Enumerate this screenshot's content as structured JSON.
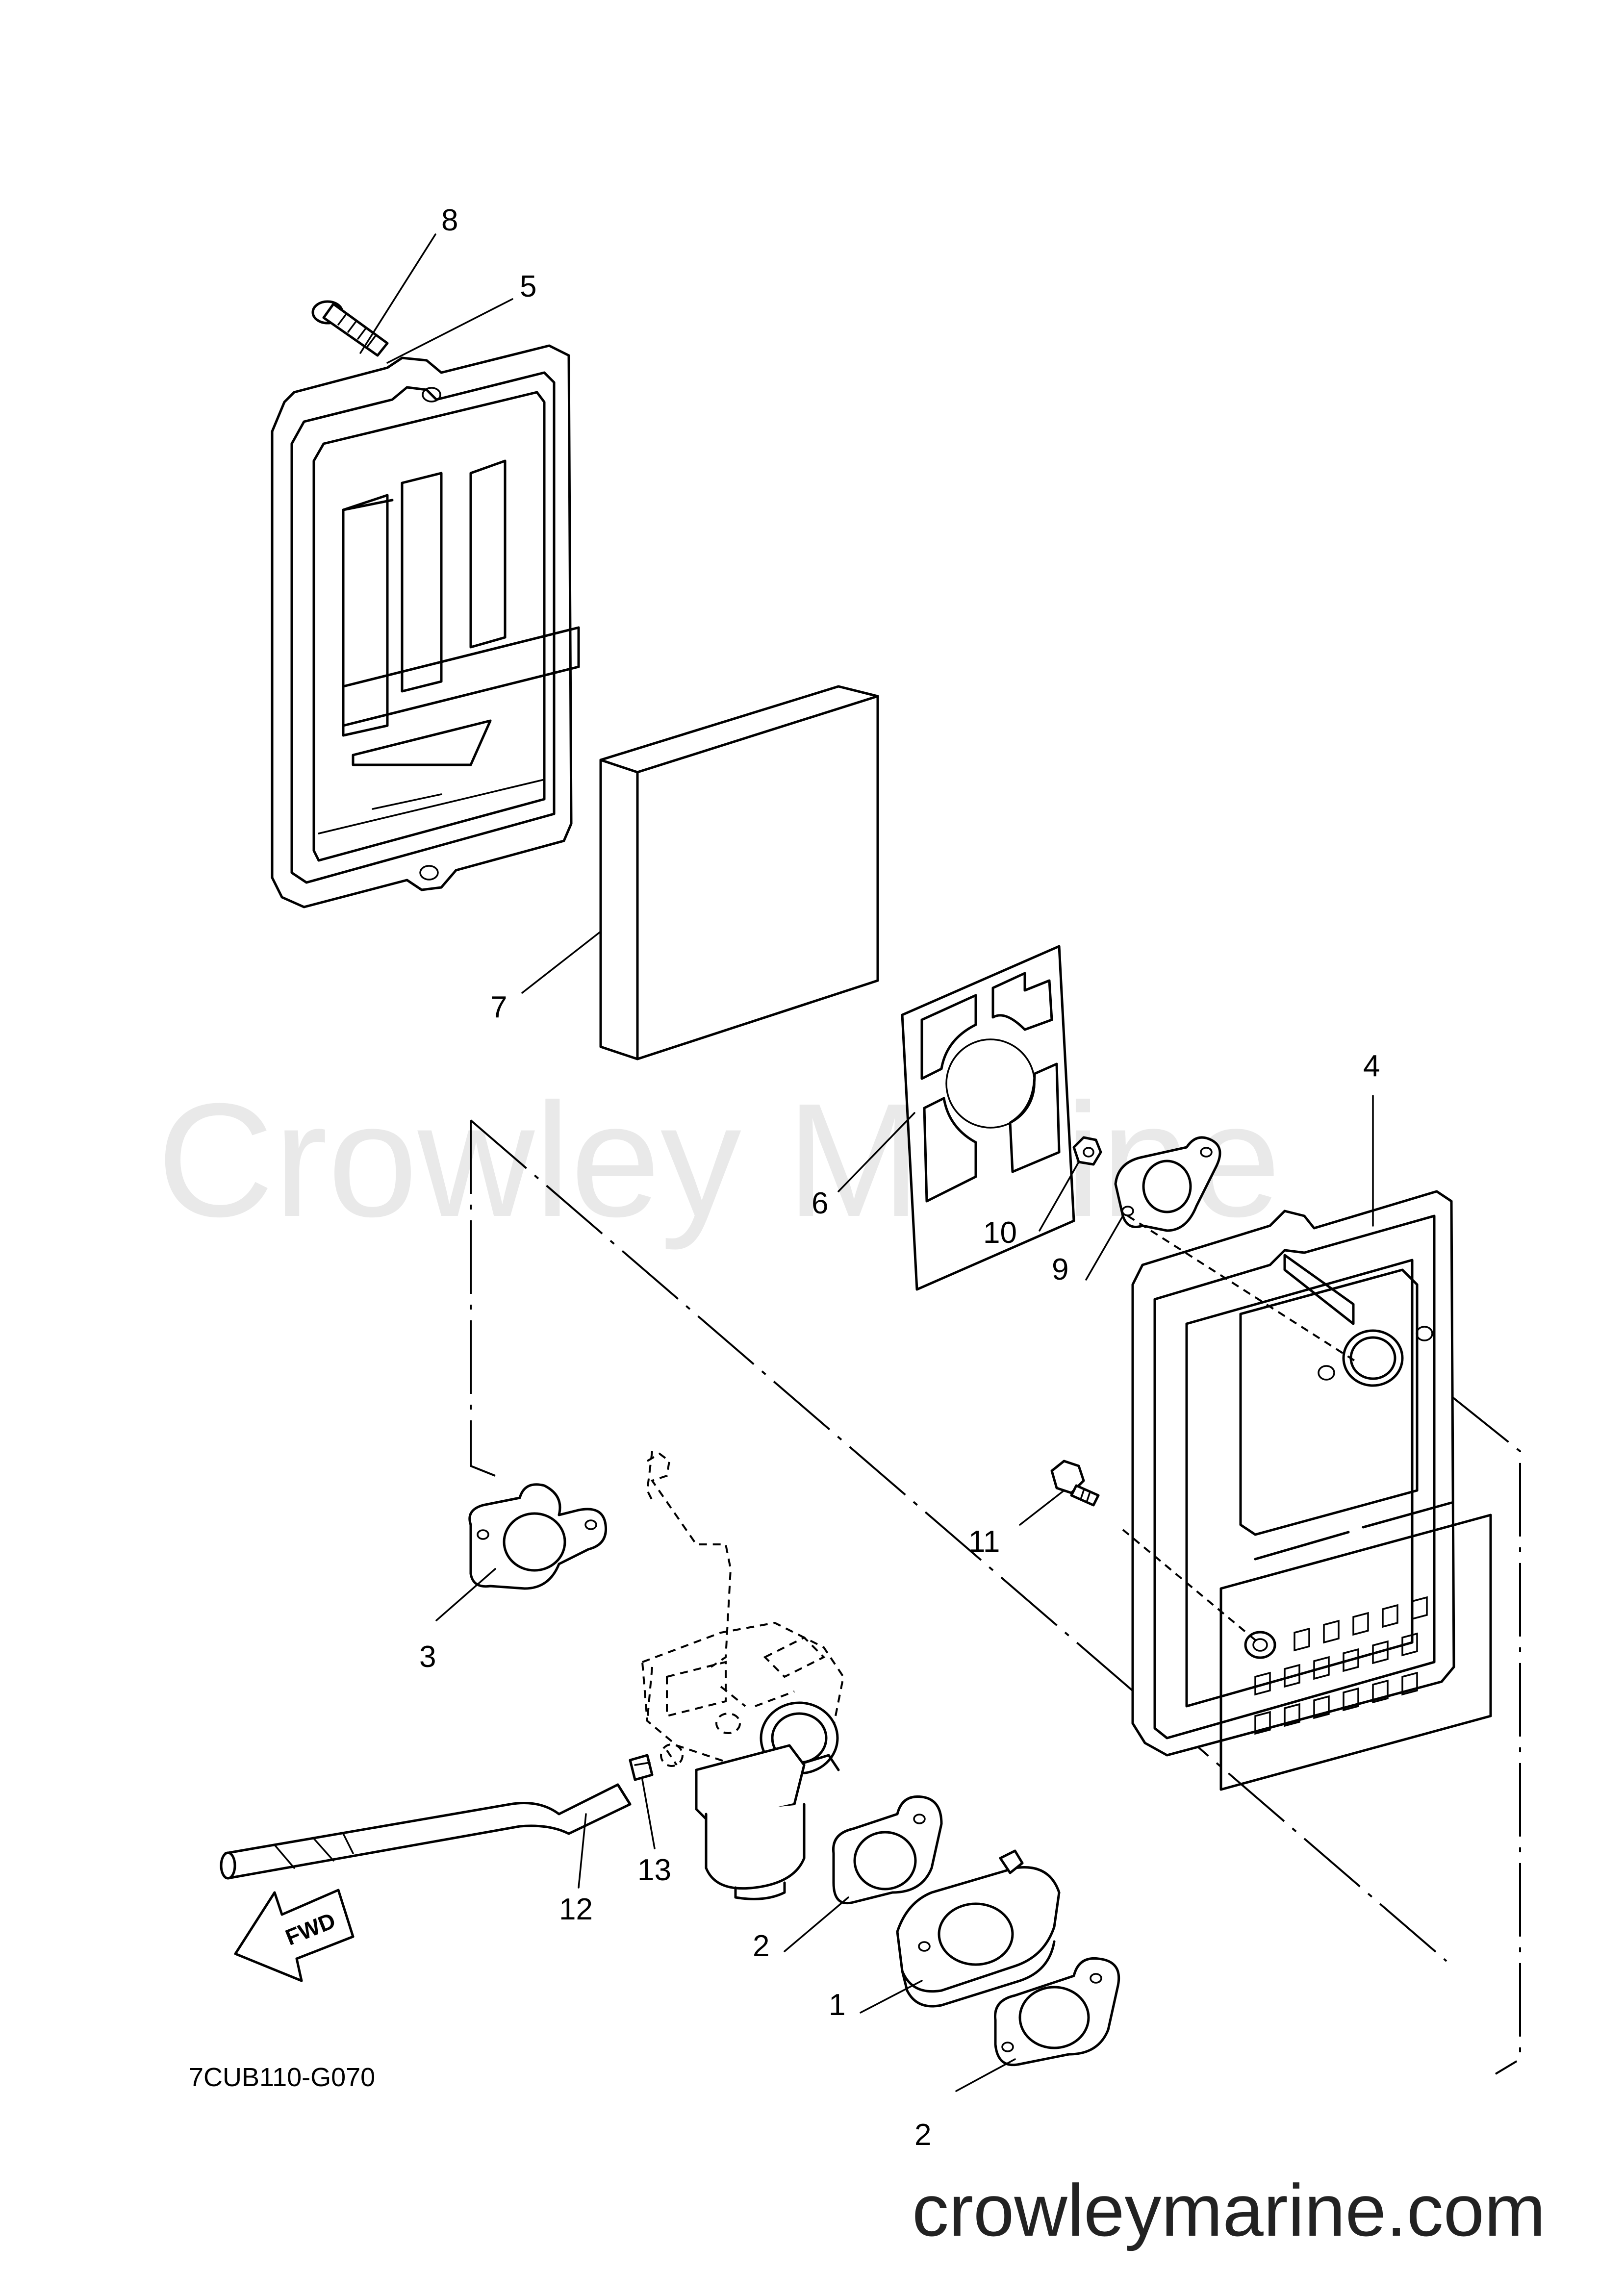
{
  "diagram_code": "7CUB110-G070",
  "watermark": "Crowley Marine",
  "site": "crowleymarine.com",
  "fwd_label": "FWD",
  "callouts": {
    "c1": "1",
    "c2a": "2",
    "c2b": "2",
    "c3": "3",
    "c4": "4",
    "c5": "5",
    "c6": "6",
    "c7": "7",
    "c8": "8",
    "c9": "9",
    "c10": "10",
    "c11": "11",
    "c12": "12",
    "c13": "13"
  }
}
